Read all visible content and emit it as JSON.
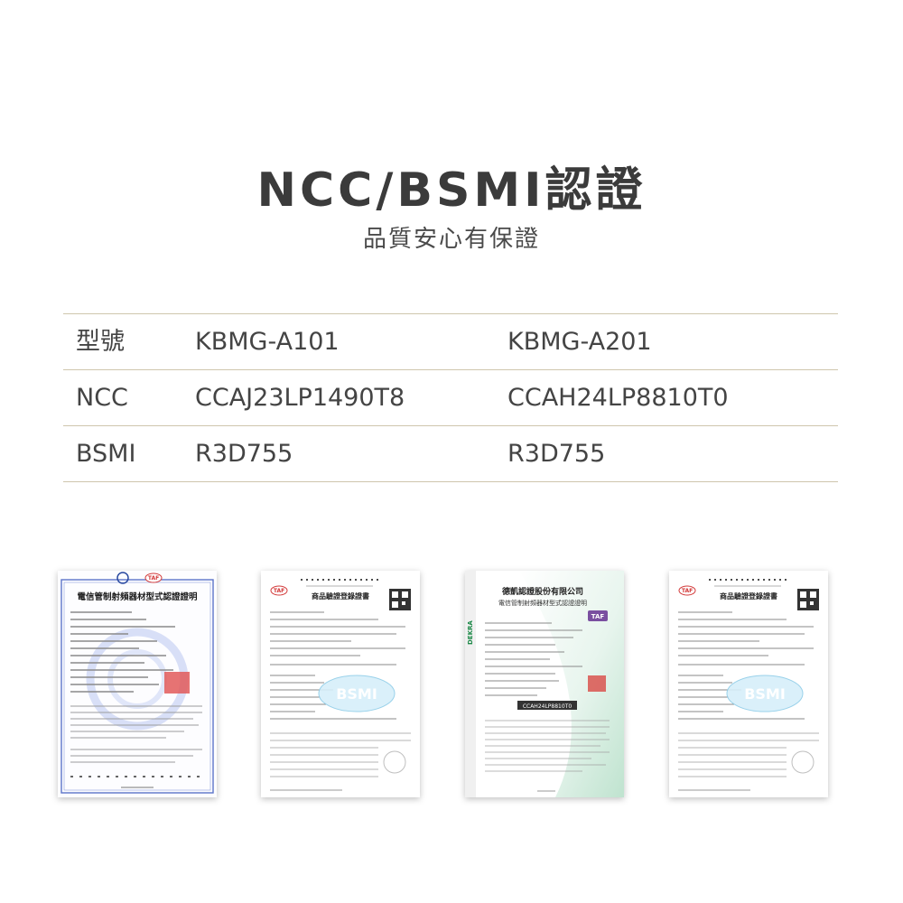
{
  "heading": {
    "title": "NCC/BSMI認證",
    "subtitle": "品質安心有保證"
  },
  "spec_table": {
    "rows": [
      [
        "型號",
        "KBMG-A101",
        "KBMG-A201"
      ],
      [
        "NCC",
        "CCAJ23LP1490T8",
        "CCAH24LP8810T0"
      ],
      [
        "BSMI",
        "R3D755",
        "R3D755"
      ]
    ]
  },
  "certificates": [
    {
      "title": "電信管制射頻器材型式認證證明",
      "badge": "TAF"
    },
    {
      "title": "商品驗證登錄證書",
      "badge": "TAF",
      "stamp": "BSMI"
    },
    {
      "title": "德凱認證股份有限公司",
      "subtitle": "電信管制射頻器材型式認證證明",
      "brand": "DEKRA",
      "badge": "TAF",
      "code": "CCAH24LP8810T0"
    },
    {
      "title": "商品驗證登錄證書",
      "badge": "TAF",
      "stamp": "BSMI"
    }
  ]
}
